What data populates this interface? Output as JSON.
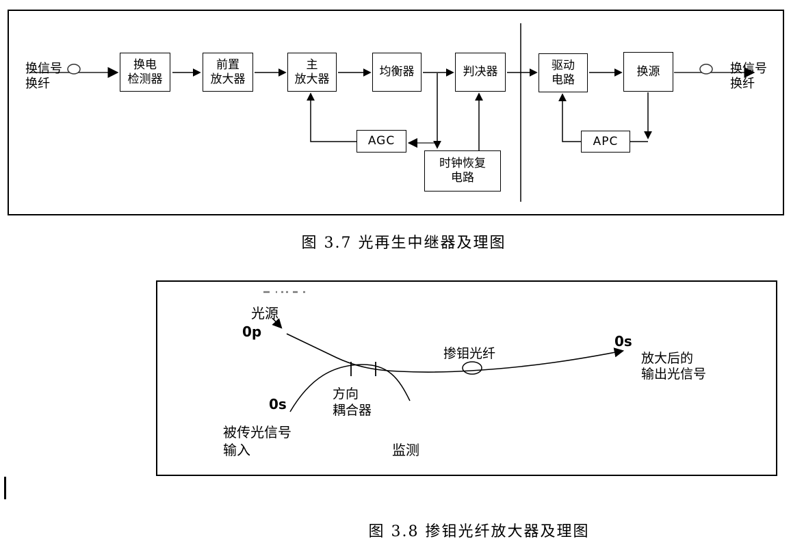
{
  "colors": {
    "line": "#000000",
    "gray_line": "#555555",
    "artifact": "#777777",
    "background": "#ffffff"
  },
  "fig1": {
    "caption": "图 3.7 光再生中继器及理图",
    "input_label": "换信号\n换纤",
    "output_label": "换信号\n换纤",
    "blocks": {
      "detector": "换电\n检测器",
      "preamp": "前置\n放大器",
      "main_amp": "主\n放大器",
      "equalizer": "均衡器",
      "decision": "判决器",
      "driver": "驱动\n电路",
      "source": "换源",
      "agc": "AGC",
      "clock_recovery": "时钟恢复\n电路",
      "apc": "APC"
    }
  },
  "fig2": {
    "caption": "图 3.8 掺钼光纤放大器及理图",
    "labels": {
      "light_source": "光源",
      "pump_port": "0p",
      "signal_port_in": "0s",
      "coupler": "方向\n耦合器",
      "input_signal": "被传光信号\n输入",
      "monitor": "监测",
      "doped_fiber": "掺钼光纤",
      "signal_port_out": "0s",
      "output_signal": "放大后的\n输出光信号"
    }
  }
}
